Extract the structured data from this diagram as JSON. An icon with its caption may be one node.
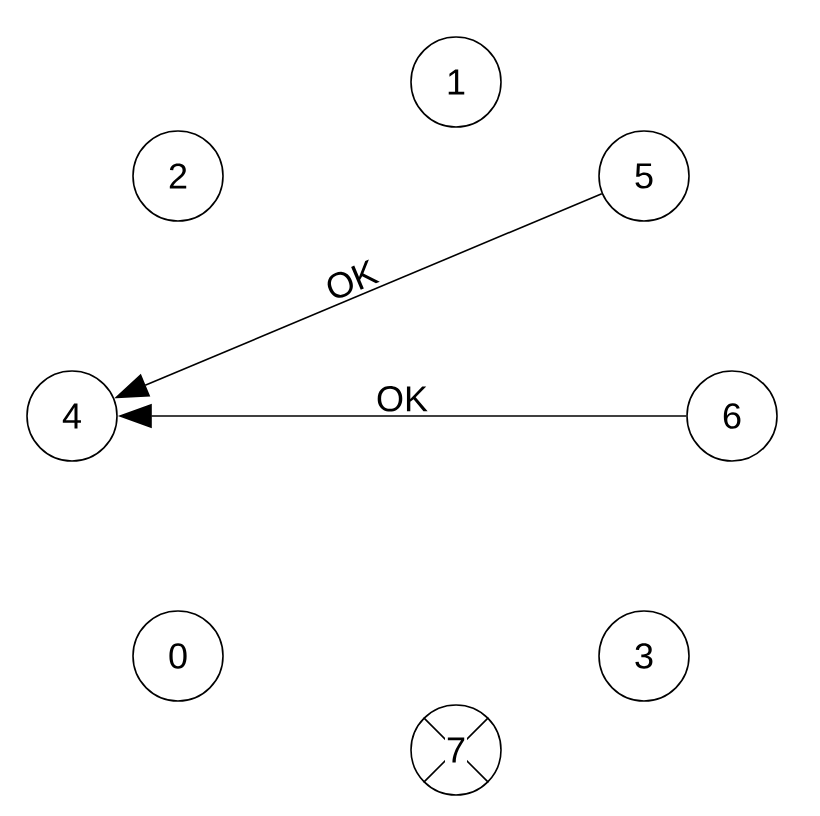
{
  "diagram": {
    "nodes": [
      {
        "text": [
          "1"
        ]
      },
      {
        "text": [
          "2"
        ]
      },
      {
        "text": [
          "5"
        ]
      },
      {
        "text": [
          "4"
        ]
      },
      {
        "text": [
          "6"
        ]
      },
      {
        "text": [
          "0"
        ]
      },
      {
        "text": [
          "3"
        ]
      },
      {
        "text": [
          "7"
        ]
      }
    ],
    "edges": [
      {
        "from": 2,
        "to": 3,
        "arrow": "to",
        "label": "OK"
      },
      {
        "from": 4,
        "to": 3,
        "arrow": "to",
        "label": "OK"
      }
    ]
  }
}
